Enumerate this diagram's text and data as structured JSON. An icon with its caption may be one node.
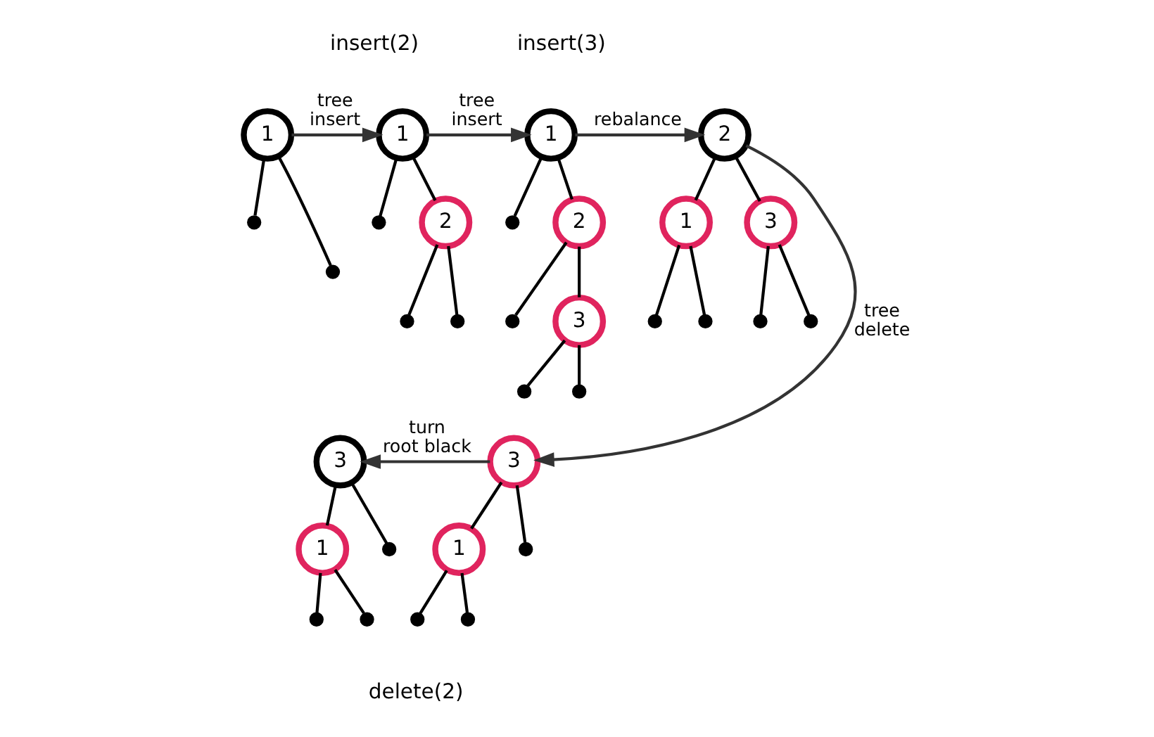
{
  "diagram": {
    "nodes": [
      {
        "text": [
          "1"
        ]
      },
      {
        "text": [],
        "shape": "circle"
      },
      {
        "text": [],
        "shape": "circle"
      },
      {
        "text": [
          "1"
        ]
      },
      {
        "text": [],
        "shape": "circle"
      },
      {
        "text": [
          "2"
        ]
      },
      {
        "text": [],
        "shape": "circle"
      },
      {
        "text": [],
        "shape": "circle"
      },
      {
        "text": [
          "1"
        ]
      },
      {
        "text": [],
        "shape": "circle"
      },
      {
        "text": [
          "2"
        ]
      },
      {
        "text": [],
        "shape": "circle"
      },
      {
        "text": [
          "3"
        ]
      },
      {
        "text": [],
        "shape": "circle"
      },
      {
        "text": [],
        "shape": "circle"
      },
      {
        "text": [
          "2"
        ]
      },
      {
        "text": [
          "1"
        ]
      },
      {
        "text": [],
        "shape": "circle"
      },
      {
        "text": [],
        "shape": "circle"
      },
      {
        "text": [
          "3"
        ]
      },
      {
        "text": [],
        "shape": "circle"
      },
      {
        "text": [],
        "shape": "circle"
      },
      {
        "text": [
          "3"
        ]
      },
      {
        "text": [
          "1"
        ]
      },
      {
        "text": [],
        "shape": "circle"
      },
      {
        "text": [],
        "shape": "circle"
      },
      {
        "text": [],
        "shape": "circle"
      },
      {
        "text": [
          "3"
        ]
      },
      {
        "text": [
          "1"
        ]
      },
      {
        "text": [],
        "shape": "circle"
      },
      {
        "text": [],
        "shape": "circle"
      },
      {
        "text": [],
        "shape": "circle"
      }
    ],
    "edges": [
      {
        "from": 0,
        "to": 1,
        "arrow": "none"
      },
      {
        "from": 0,
        "to": 2,
        "arrow": "none"
      },
      {
        "from": 3,
        "to": 4,
        "arrow": "none"
      },
      {
        "from": 3,
        "to": 5,
        "arrow": "none"
      },
      {
        "from": 5,
        "to": 6,
        "arrow": "none"
      },
      {
        "from": 5,
        "to": 7,
        "arrow": "none"
      },
      {
        "from": 8,
        "to": 9,
        "arrow": "none"
      },
      {
        "from": 8,
        "to": 10,
        "arrow": "none"
      },
      {
        "from": 10,
        "to": 11,
        "arrow": "none"
      },
      {
        "from": 10,
        "to": 12,
        "arrow": "none"
      },
      {
        "from": 12,
        "to": 13,
        "arrow": "none"
      },
      {
        "from": 12,
        "to": 14,
        "arrow": "none"
      },
      {
        "from": 15,
        "to": 16,
        "arrow": "none"
      },
      {
        "from": 15,
        "to": 19,
        "arrow": "none"
      },
      {
        "from": 16,
        "to": 17,
        "arrow": "none"
      },
      {
        "from": 16,
        "to": 18,
        "arrow": "none"
      },
      {
        "from": 19,
        "to": 20,
        "arrow": "none"
      },
      {
        "from": 19,
        "to": 21,
        "arrow": "none"
      },
      {
        "from": 22,
        "to": 23,
        "arrow": "none"
      },
      {
        "from": 22,
        "to": 26,
        "arrow": "none"
      },
      {
        "from": 23,
        "to": 24,
        "arrow": "none"
      },
      {
        "from": 23,
        "to": 25,
        "arrow": "none"
      },
      {
        "from": 27,
        "to": 28,
        "arrow": "none"
      },
      {
        "from": 27,
        "to": 31,
        "arrow": "none"
      },
      {
        "from": 28,
        "to": 29,
        "arrow": "none"
      },
      {
        "from": 28,
        "to": 30,
        "arrow": "none"
      },
      {
        "from": 0,
        "to": 3,
        "arrow": "to",
        "label": "tree insert"
      },
      {
        "from": 3,
        "to": 8,
        "arrow": "to",
        "label": "tree insert"
      },
      {
        "from": 8,
        "to": 15,
        "arrow": "to",
        "label": "rebalance"
      },
      {
        "from": 15,
        "to": 27,
        "arrow": "to",
        "label": "tree delete"
      },
      {
        "from": 27,
        "to": 22,
        "arrow": "to",
        "label": "turn root black"
      }
    ],
    "labels": [
      "insert(2)",
      "insert(3)",
      "delete(2)"
    ]
  }
}
